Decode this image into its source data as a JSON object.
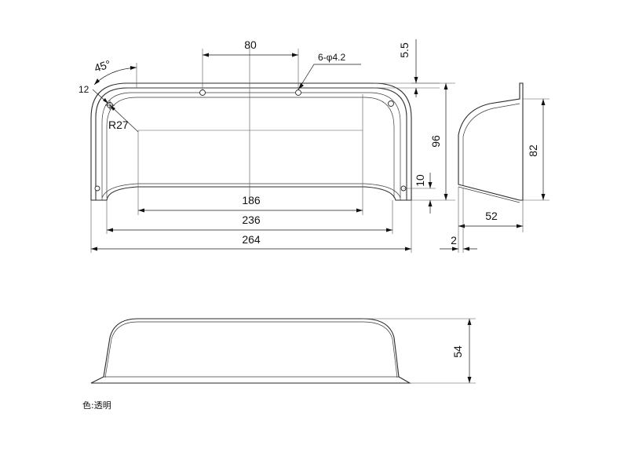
{
  "drawing": {
    "dimensions": {
      "d80": "80",
      "d5_5": "5.5",
      "holes": "6-φ4.2",
      "d45": "45°",
      "d12": "12",
      "r27": "R27",
      "d96": "96",
      "d82": "82",
      "d10": "10",
      "d186": "186",
      "d236": "236",
      "d264": "264",
      "d52": "52",
      "d2": "2",
      "d54": "54"
    },
    "note": "色:透明"
  }
}
